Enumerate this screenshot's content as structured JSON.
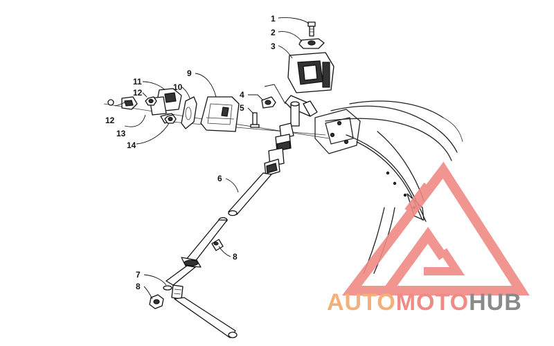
{
  "callouts": [
    {
      "id": "c1",
      "text": "1"
    },
    {
      "id": "c2",
      "text": "2"
    },
    {
      "id": "c3",
      "text": "3"
    },
    {
      "id": "c4",
      "text": "4"
    },
    {
      "id": "c5",
      "text": "5"
    },
    {
      "id": "c6",
      "text": "6"
    },
    {
      "id": "c7",
      "text": "7"
    },
    {
      "id": "c8a",
      "text": "8"
    },
    {
      "id": "c8b",
      "text": "8"
    },
    {
      "id": "c9",
      "text": "9"
    },
    {
      "id": "c10",
      "text": "10"
    },
    {
      "id": "c11",
      "text": "11"
    },
    {
      "id": "c12a",
      "text": "12"
    },
    {
      "id": "c12b",
      "text": "12"
    },
    {
      "id": "c13",
      "text": "13"
    },
    {
      "id": "c14",
      "text": "14"
    }
  ],
  "watermark": {
    "word1": "AUTO",
    "word2": "MOTO",
    "word3": "HUB",
    "color_orange": "#f5b07a",
    "color_red": "#f08a85",
    "color_gray": "#8a8a8a"
  }
}
